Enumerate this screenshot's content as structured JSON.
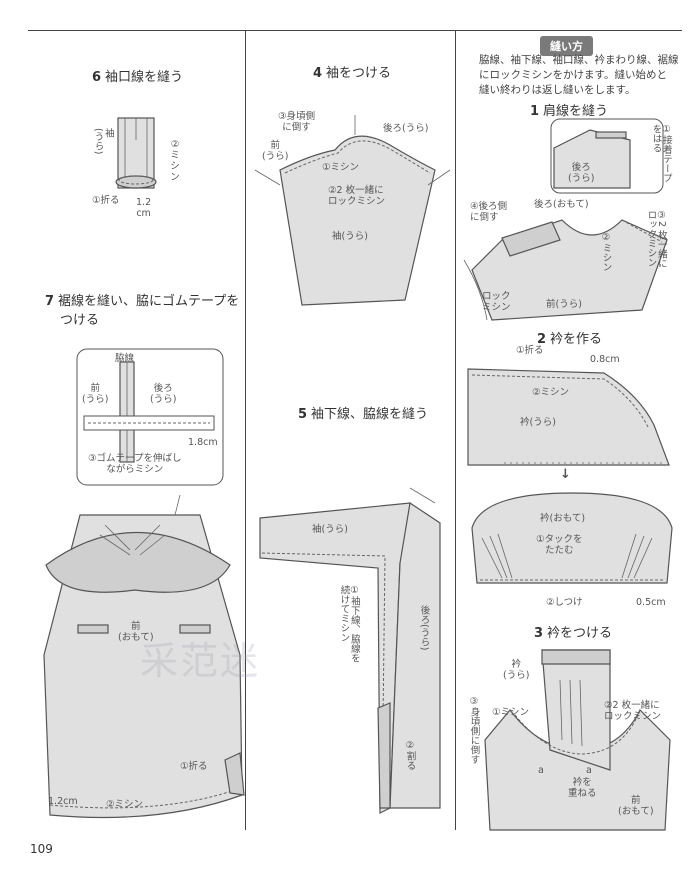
{
  "page": {
    "number": "109",
    "watermark": "采范迷"
  },
  "col1": {
    "step6": {
      "num": "6",
      "title": "袖口線を縫う",
      "labels": {
        "sleeve": "袖\n(うら)",
        "machine": "②ミシン",
        "fold": "①折る",
        "width": "1.2\ncm"
      }
    },
    "step7": {
      "num": "7",
      "title_line1": "裾線を縫い、脇にゴムテープを",
      "title_line2": "つける",
      "inset": {
        "side_line": "脇線",
        "front": "前\n(うら)",
        "back": "後ろ\n(うら)",
        "width": "1.8cm",
        "elastic": "③ゴムテープを伸ばし\nながらミシン"
      },
      "labels": {
        "front": "前\n(おもて)",
        "fold": "①折る",
        "hem_width": "1.2cm",
        "machine": "②ミシン"
      }
    }
  },
  "col2": {
    "step4": {
      "num": "4",
      "title": "袖をつける",
      "labels": {
        "bodice_side": "③身頃側\nに倒す",
        "front": "前\n(うら)",
        "back": "後ろ(うら)",
        "machine": "①ミシン",
        "overlock": "②2 枚一緒に\nロックミシン",
        "sleeve": "袖(うら)"
      }
    },
    "step5": {
      "num": "5",
      "title": "袖下線、脇線を縫う",
      "labels": {
        "sleeve": "袖(うら)",
        "seam": "①袖下線、脇線を\n続けてミシン",
        "back": "後ろ(うら)",
        "split": "②割る"
      }
    }
  },
  "col3": {
    "badge": "縫い方",
    "description": [
      "脇線、袖下線、袖口線、衿まわり線、裾線",
      "にロックミシンをかけます。縫い始めと",
      "縫い終わりは返し縫いをします。"
    ],
    "step1": {
      "num": "1",
      "title": "肩線を縫う",
      "labels": {
        "tape": "①接着テープ\nをはる",
        "back_omote_top": "後ろ\n(うら)",
        "bodice_side": "④後ろ側\nに倒す",
        "back_omote": "後ろ(おもて)",
        "overlock": "③2 枚一緒に\nロックミシン",
        "machine": "②ミシン",
        "lock": "ロック\nミシン",
        "front": "前(うら)"
      }
    },
    "step2": {
      "num": "2",
      "title": "衿を作る",
      "labels": {
        "fold": "①折る",
        "width": "0.8cm",
        "machine": "②ミシン",
        "collar": "衿(うら)",
        "arrow": "↓",
        "collar_omote": "衿(おもて)",
        "tuck": "①タックを\nたたむ",
        "baste": "②しつけ",
        "baste_width": "0.5cm"
      }
    },
    "step3": {
      "num": "3",
      "title": "衿をつける",
      "labels": {
        "collar": "衿\n(うら)",
        "bodice_side": "③身頃側に倒す",
        "machine": "①ミシン",
        "overlock": "②2 枚一緒に\nロックミシン",
        "a1": "a",
        "a2": "a",
        "overlap": "衿を\n重ねる",
        "front": "前\n(おもて)"
      }
    }
  }
}
